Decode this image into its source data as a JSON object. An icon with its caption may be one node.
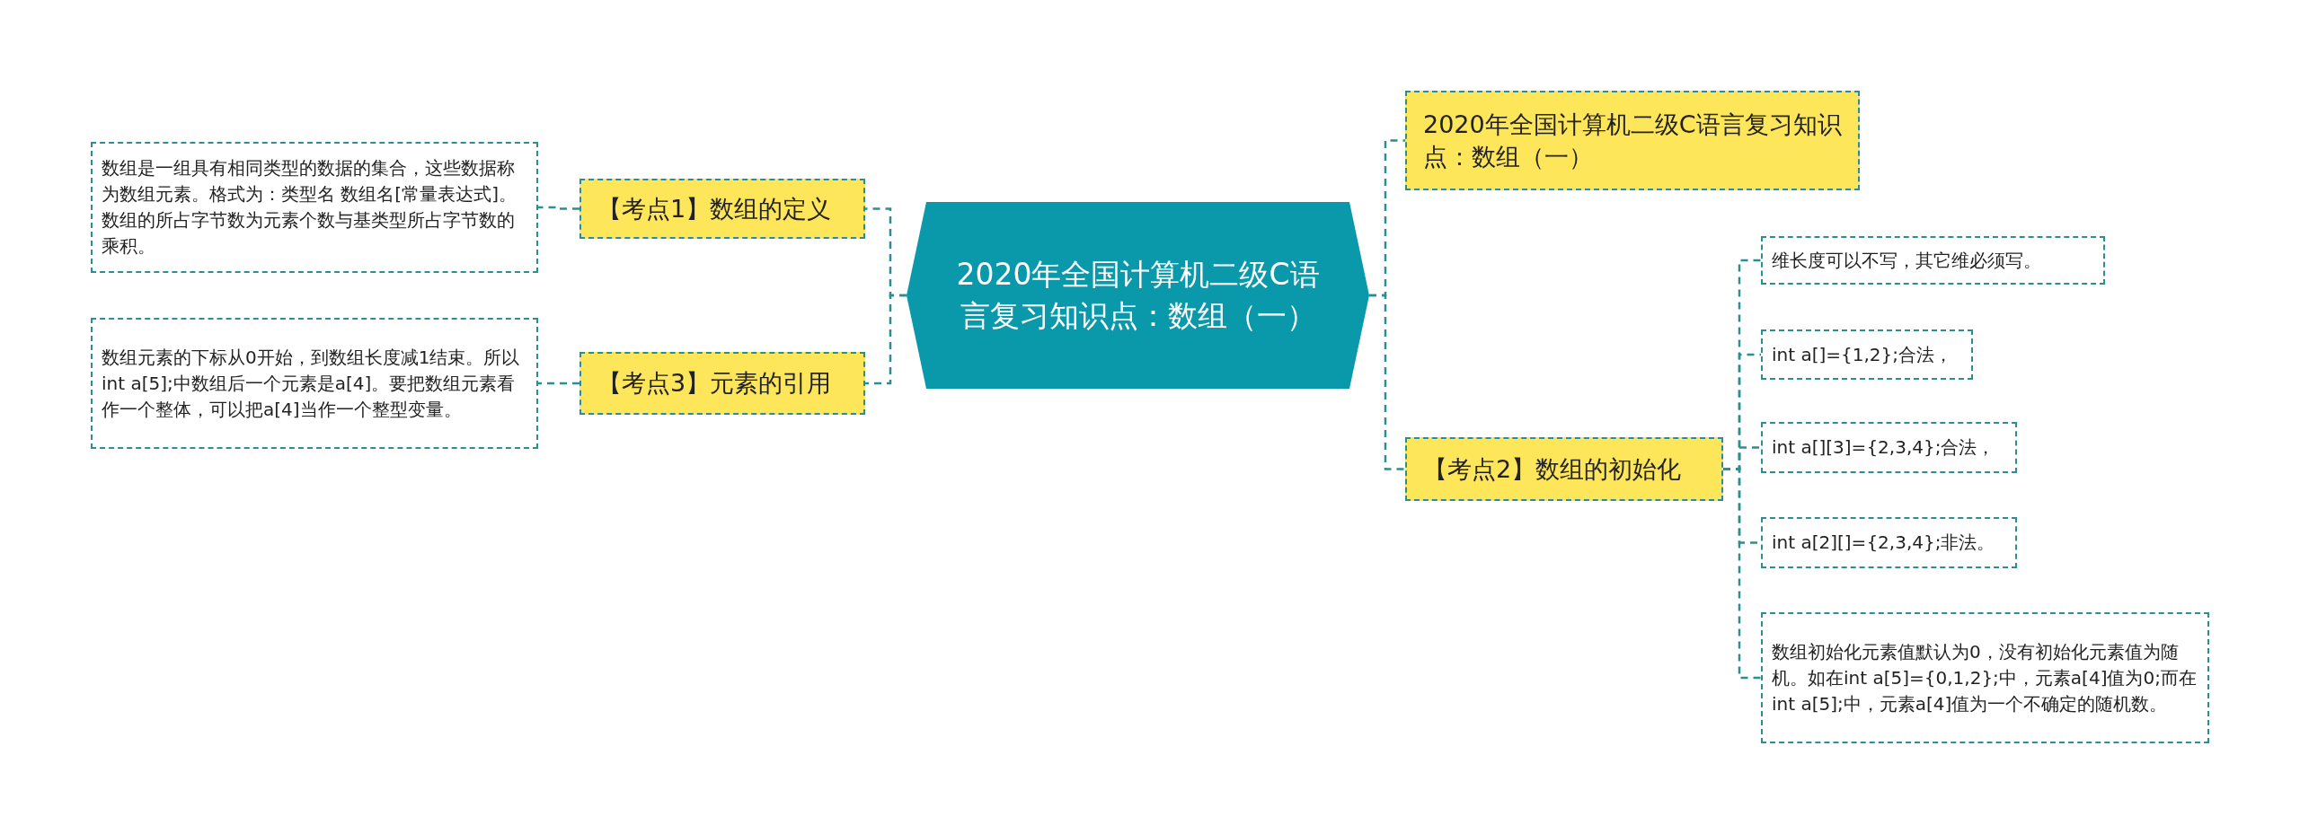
{
  "diagram": {
    "nodes": [
      {
        "text": [
          "2020年全国计算机二级C语言复习知识点：数组（一）"
        ]
      },
      {
        "text": [
          "【考点1】数组的定义"
        ]
      },
      {
        "text": [
          "数组是一组具有相同类型的数据的集合，这些数据称为数组元素。格式为：类型名 数组名[常量表达式]。数组的所占字节数为元素个数与基类型所占字节数的乘积。"
        ]
      },
      {
        "text": [
          "【考点3】元素的引用"
        ]
      },
      {
        "text": [
          "数组元素的下标从0开始，到数组长度减1结束。所以int a[5];中数组后一个元素是a[4]。要把数组元素看作一个整体，可以把a[4]当作一个整型变量。"
        ]
      },
      {
        "text": [
          "2020年全国计算机二级C语言复习知识点：数组（一）"
        ]
      },
      {
        "text": [
          "【考点2】数组的初始化"
        ]
      },
      {
        "text": [
          "维长度可以不写，其它维必须写。"
        ]
      },
      {
        "text": [
          "int a[]={1,2};合法，"
        ]
      },
      {
        "text": [
          "int a[][3]={2,3,4};合法，"
        ]
      },
      {
        "text": [
          "int a[2][]={2,3,4};非法。"
        ]
      },
      {
        "text": [
          "数组初始化元素值默认为0，没有初始化元素值为随机。如在int a[5]={0,1,2};中，元素a[4]值为0;而在int a[5];中，元素a[4]值为一个不确定的随机数。"
        ]
      }
    ],
    "edges": [
      {
        "from": 0,
        "to": 1,
        "arrow": "none",
        "style": "dashed"
      },
      {
        "from": 0,
        "to": 3,
        "arrow": "none",
        "style": "dashed"
      },
      {
        "from": 1,
        "to": 2,
        "arrow": "none",
        "style": "dashed"
      },
      {
        "from": 3,
        "to": 4,
        "arrow": "none",
        "style": "dashed"
      },
      {
        "from": 0,
        "to": 5,
        "arrow": "none",
        "style": "dashed"
      },
      {
        "from": 0,
        "to": 6,
        "arrow": "none",
        "style": "dashed"
      },
      {
        "from": 6,
        "to": 7,
        "arrow": "none",
        "style": "dashed"
      },
      {
        "from": 6,
        "to": 8,
        "arrow": "none",
        "style": "dashed"
      },
      {
        "from": 6,
        "to": 9,
        "arrow": "none",
        "style": "dashed"
      },
      {
        "from": 6,
        "to": 10,
        "arrow": "none",
        "style": "dashed"
      },
      {
        "from": 6,
        "to": 11,
        "arrow": "none",
        "style": "dashed"
      }
    ]
  }
}
